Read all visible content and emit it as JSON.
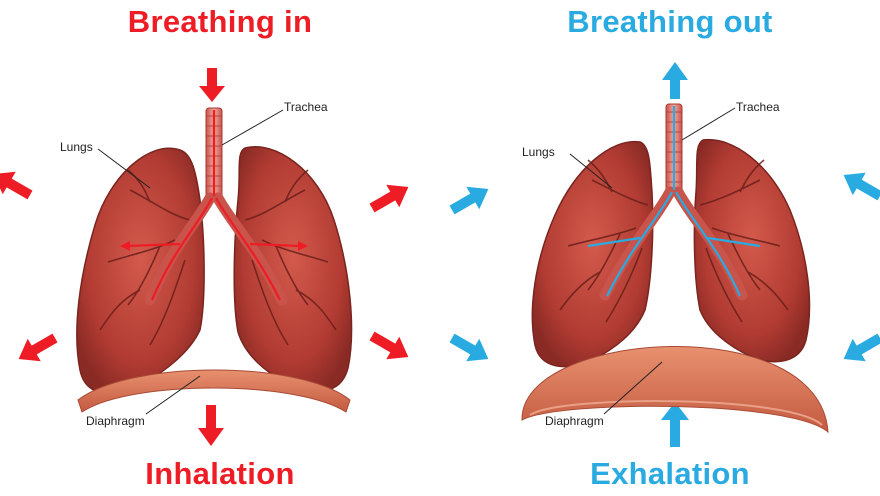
{
  "panels": [
    {
      "title": "Breathing in",
      "caption": "Inhalation",
      "labels": {
        "trachea": "Trachea",
        "lungs": "Lungs",
        "diaphragm": "Diaphragm"
      },
      "color": "#ee1c25"
    },
    {
      "title": "Breathing out",
      "caption": "Exhalation",
      "labels": {
        "trachea": "Trachea",
        "lungs": "Lungs",
        "diaphragm": "Diaphragm"
      },
      "color": "#29abe2"
    }
  ],
  "colors": {
    "lung": "#b8443b",
    "lung_dark": "#7a2420",
    "diaphragm": "#cf6a4e",
    "trachea": "#e37b72",
    "airway_in": "#ee1c25",
    "airway_out": "#29abe2"
  }
}
